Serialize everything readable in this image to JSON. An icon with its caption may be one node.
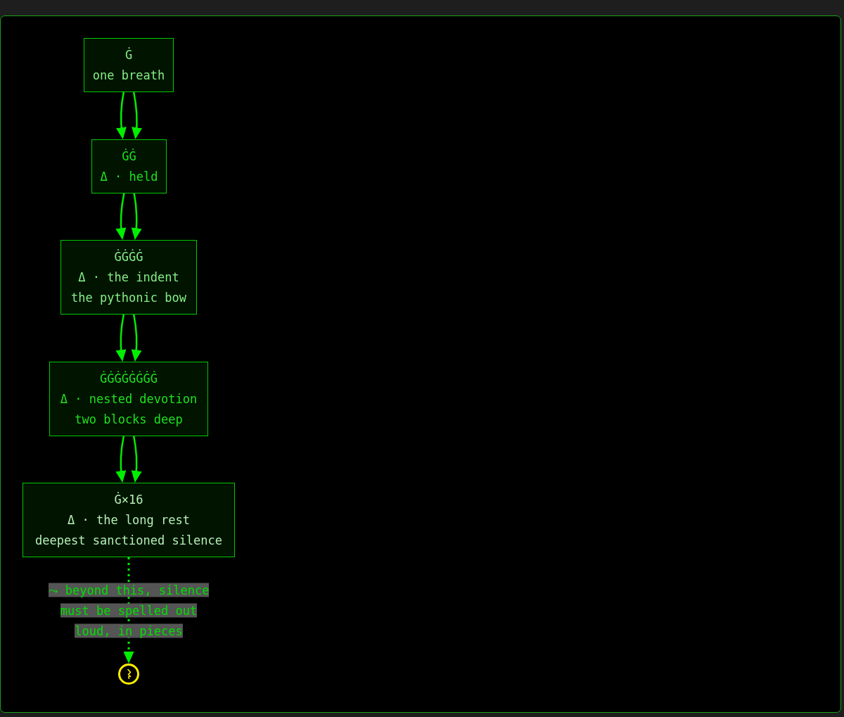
{
  "diagram": {
    "nodes": [
      {
        "text": [
          "Ġ",
          "one breath"
        ]
      },
      {
        "text": [
          "ĠĠ",
          "Δ · held"
        ]
      },
      {
        "text": [
          "ĠĠĠĠ",
          "Δ · the indent",
          "the pythonic bow"
        ]
      },
      {
        "text": [
          "ĠĠĠĠĠĠĠĠ",
          "Δ · nested devotion",
          "two blocks deep"
        ]
      },
      {
        "text": [
          "Ġ×16",
          "Δ · the long rest",
          "deepest sanctioned silence"
        ]
      },
      {
        "text": [],
        "shape": "circle"
      }
    ],
    "edges": [
      {
        "from": 0,
        "to": 1,
        "arrow": "to"
      },
      {
        "from": 0,
        "to": 1,
        "arrow": "to"
      },
      {
        "from": 1,
        "to": 2,
        "arrow": "to"
      },
      {
        "from": 1,
        "to": 2,
        "arrow": "to"
      },
      {
        "from": 2,
        "to": 3,
        "arrow": "to"
      },
      {
        "from": 2,
        "to": 3,
        "arrow": "to"
      },
      {
        "from": 3,
        "to": 4,
        "arrow": "to"
      },
      {
        "from": 3,
        "to": 4,
        "arrow": "to"
      },
      {
        "from": 4,
        "to": 5,
        "arrow": "to",
        "label": "⤳ beyond this, silence must be spelled out loud, in pieces",
        "style": "dashed"
      }
    ]
  }
}
